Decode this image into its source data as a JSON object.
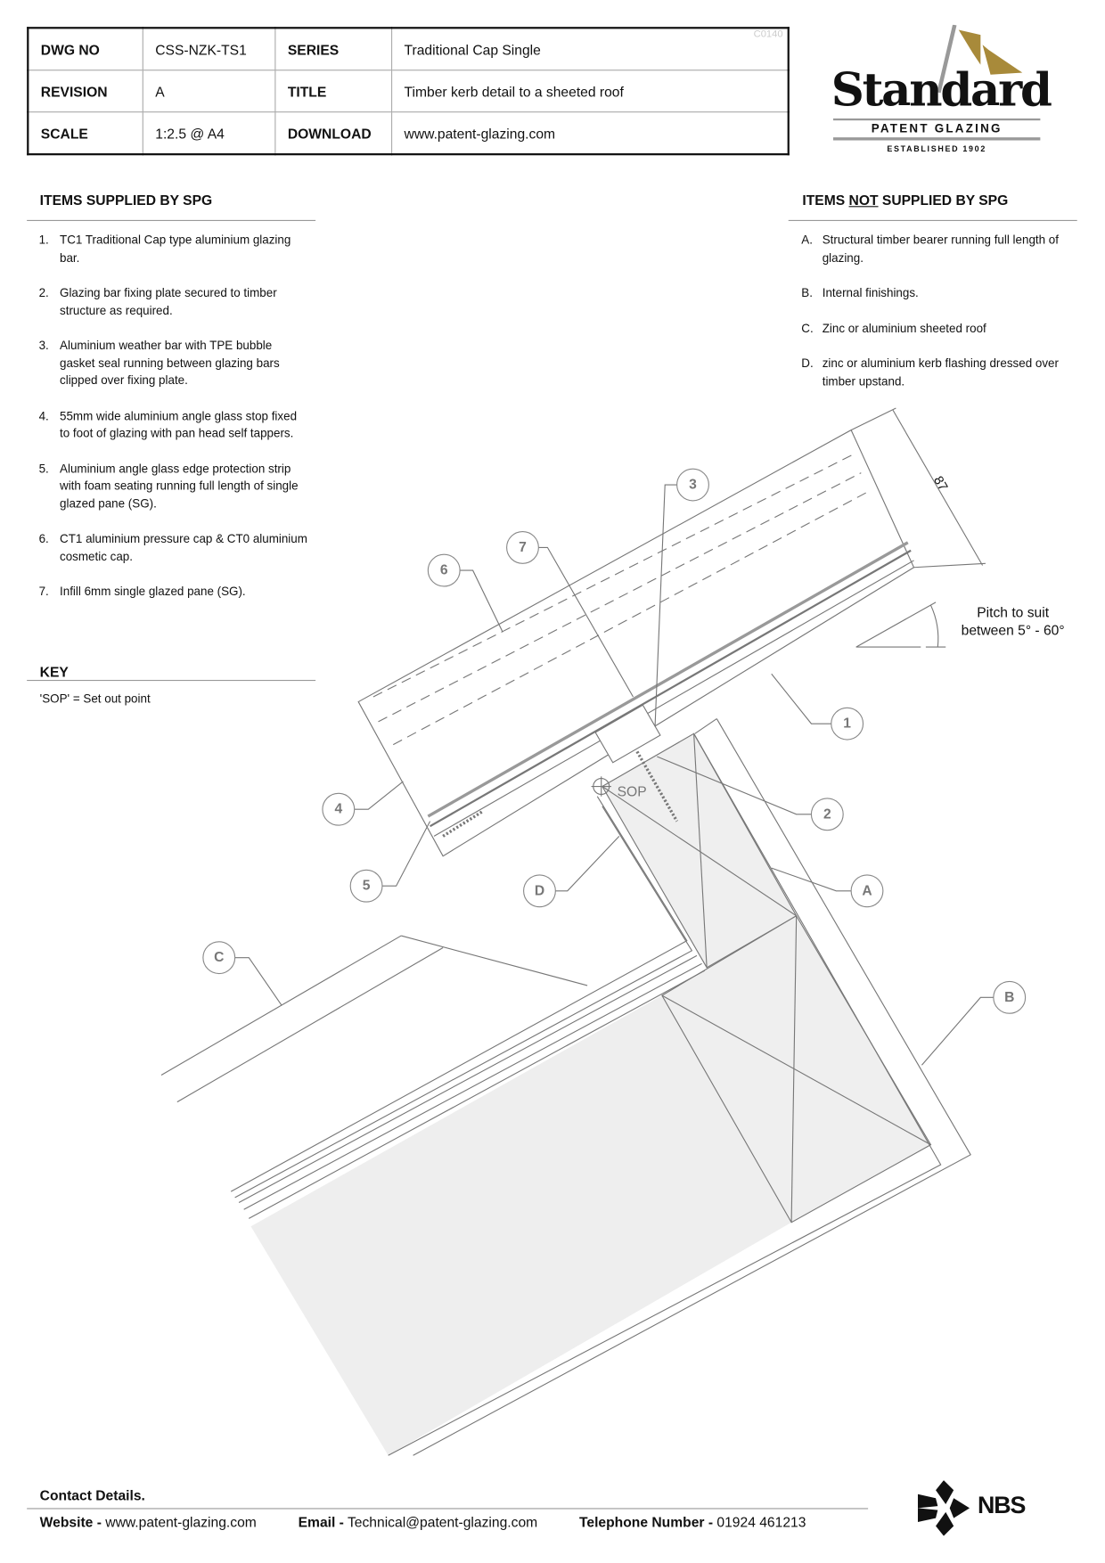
{
  "title_block": {
    "rows": [
      {
        "k1": "DWG NO",
        "v1": "CSS-NZK-TS1",
        "k2": "SERIES",
        "v2": "Traditional Cap Single"
      },
      {
        "k1": "REVISION",
        "v1": "A",
        "k2": "TITLE",
        "v2": "Timber kerb detail to a sheeted roof"
      },
      {
        "k1": "SCALE",
        "v1": "1:2.5 @ A4",
        "k2": "DOWNLOAD",
        "v2": "www.patent-glazing.com"
      }
    ],
    "code": "C0140"
  },
  "logo": {
    "name": "Standard",
    "sub": "PATENT GLAZING",
    "est": "ESTABLISHED 1902",
    "flag_color": "#a88a3a"
  },
  "supplied": {
    "heading": "ITEMS SUPPLIED BY SPG",
    "items": [
      {
        "n": "1.",
        "t": "TC1 Traditional Cap type aluminium glazing bar."
      },
      {
        "n": "2.",
        "t": "Glazing bar fixing plate secured to timber structure as required."
      },
      {
        "n": "3.",
        "t": "Aluminium weather bar with TPE bubble gasket seal running between glazing bars clipped over fixing plate."
      },
      {
        "n": "4.",
        "t": "55mm wide aluminium angle glass stop fixed to foot of glazing with pan head self tappers."
      },
      {
        "n": "5.",
        "t": "Aluminium angle glass edge protection strip with foam seating running full length of single glazed pane (SG)."
      },
      {
        "n": "6.",
        "t": "CT1 aluminium pressure cap & CT0 aluminium cosmetic cap."
      },
      {
        "n": "7.",
        "t": "Infill 6mm single glazed pane (SG)."
      }
    ]
  },
  "not_supplied": {
    "heading_pre": "ITEMS ",
    "heading_not": "NOT",
    "heading_post": " SUPPLIED BY SPG",
    "items": [
      {
        "n": "A.",
        "t": "Structural timber bearer running full length of glazing."
      },
      {
        "n": "B.",
        "t": "Internal finishings."
      },
      {
        "n": "C.",
        "t": "Zinc or aluminium sheeted roof"
      },
      {
        "n": "D.",
        "t": "zinc or aluminium kerb flashing dressed over timber upstand."
      }
    ]
  },
  "key": {
    "heading": "KEY",
    "text": "'SOP' = Set out point"
  },
  "drawing": {
    "dimension": "87",
    "pitch_line1": "Pitch to suit",
    "pitch_line2": "between 5° - 60°",
    "sop": "SOP",
    "callouts": [
      "1",
      "2",
      "3",
      "4",
      "5",
      "6",
      "7",
      "A",
      "B",
      "C",
      "D"
    ]
  },
  "footer": {
    "contact": "Contact Details.",
    "website_label": "Website",
    "website": "www.patent-glazing.com",
    "email_label": "Email",
    "email": "Technical@patent-glazing.com",
    "phone_label": "Telephone Number",
    "phone": "01924 461213",
    "sep": "-",
    "nbs": "NBS"
  }
}
